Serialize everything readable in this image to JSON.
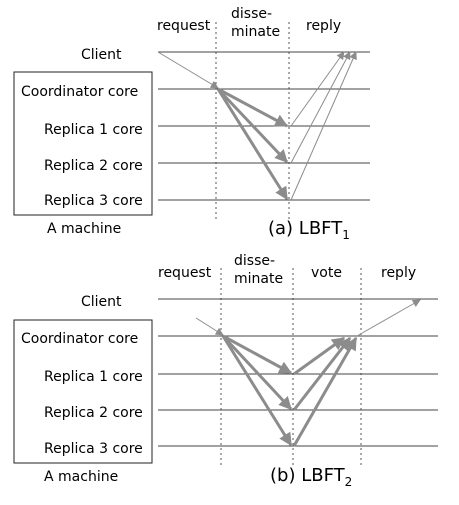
{
  "diagrams": [
    {
      "phases": [
        "request",
        "disse-\nminate",
        "reply"
      ],
      "rows": [
        "Client",
        "Coordinator core",
        "Replica 1 core",
        "Replica 2 core",
        "Replica 3 core"
      ],
      "machine_label": "A machine",
      "caption": "(a) LBFT",
      "caption_sub": "1"
    },
    {
      "phases": [
        "request",
        "disse-\nminate",
        "vote",
        "reply"
      ],
      "rows": [
        "Client",
        "Coordinator core",
        "Replica 1 core",
        "Replica 2 core",
        "Replica 3 core"
      ],
      "machine_label": "A machine",
      "caption": "(b) LBFT",
      "caption_sub": "2"
    }
  ],
  "colors": {
    "arrow": "#8c8c8c",
    "line": "#444444",
    "text": "#000000"
  }
}
